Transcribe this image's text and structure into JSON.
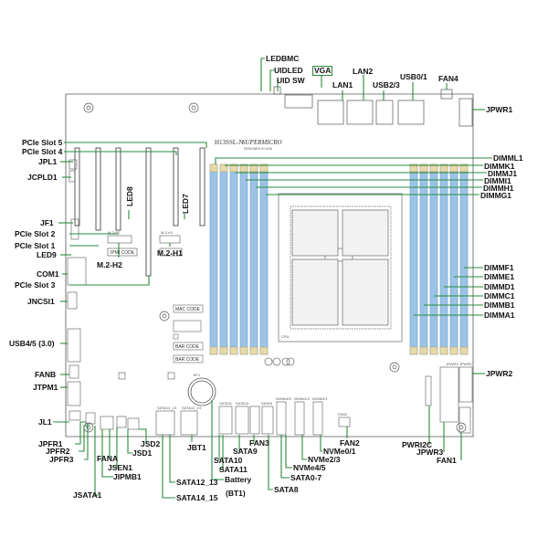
{
  "board": {
    "model": "H13SSL-N",
    "brand": "SUPERMICRO",
    "origin": "DESIGNED IN USA",
    "codes": {
      "ipmi": "IPMI CODE",
      "mac": "MAC CODE",
      "bar1": "BAR CODE",
      "bar2": "BAR CODE"
    },
    "cpu": "CPU",
    "bt1": "BT1",
    "smalltext": {
      "sata1213": "SATA12_13",
      "sata1415": "SATA14_15",
      "sata10": "SATA10",
      "sata11": "SATA11",
      "sata9": "SATA9",
      "nvme45": "NVMe4/5",
      "nvme23": "NVMe2/3",
      "nvme01": "NVMe0/1",
      "fan2": "FAN2",
      "jpwr2": "JPWR2",
      "jpwr3": "JPWR3",
      "m2h2": "M.2-H2",
      "m2h1": "M.2-H1"
    }
  },
  "labels": {
    "ledbmc": "LEDBMC",
    "uidled": "UIDLED",
    "uidsw": "UID SW",
    "vga": "VGA",
    "lan1": "LAN1",
    "lan2": "LAN2",
    "usb23": "USB2/3",
    "usb01": "USB0/1",
    "fan4": "FAN4",
    "jpwr1": "JPWR1",
    "pcie5": "PCIe Slot 5",
    "pcie4": "PCIe Slot 4",
    "jpl1": "JPL1",
    "jcpld1": "JCPLD1",
    "jf1": "JF1",
    "pcie2": "PCIe Slot 2",
    "pcie1": "PCIe Slot 1",
    "led9": "LED9",
    "com1": "COM1",
    "pcie3": "PCIe Slot 3",
    "jncsi1": "JNCSI1",
    "usb45": "USB4/5 (3.0)",
    "fanb": "FANB",
    "jtpm1": "JTPM1",
    "jl1": "JL1",
    "jpfr1": "JPFR1",
    "jpfr2": "JPFR2",
    "jpfr3": "JPFR3",
    "fana": "FANA",
    "jsen1": "JSEN1",
    "jipmb1": "JIPMB1",
    "jsata1": "JSATA1",
    "jsd1": "JSD1",
    "jsd2": "JSD2",
    "jbt1": "JBT1",
    "sata1213": "SATA12_13",
    "sata1415": "SATA14_15",
    "battery": "Battery",
    "bt1": "(BT1)",
    "sata10": "SATA10",
    "sata11": "SATA11",
    "sata9": "SATA9",
    "fan3": "FAN3",
    "sata8": "SATA8",
    "sata07": "SATA0-7",
    "nvme45": "NVMe4/5",
    "nvme23": "NVMe2/3",
    "nvme01": "NVMe0/1",
    "fan2": "FAN2",
    "pwri2c": "PWRI2C",
    "jpwr3": "JPWR3",
    "fan1": "FAN1",
    "jpwr2": "JPWR2",
    "led8": "LED8",
    "led7": "LED7",
    "m2h2": "M.2-H2",
    "m2h1": "M.2-H1",
    "dimml1": "DIMML1",
    "dimmk1": "DIMMK1",
    "dimmj1": "DIMMJ1",
    "dimmi1": "DIMMI1",
    "dimmh1": "DIMMH1",
    "dimmg1": "DIMMG1",
    "dimmf1": "DIMMF1",
    "dimme1": "DIMME1",
    "dimmd1": "DIMMD1",
    "dimmc1": "DIMMC1",
    "dimmb1": "DIMMB1",
    "dimma1": "DIMMA1"
  },
  "colors": {
    "leader": "#2a8a3c",
    "dimm": "#9cc3e6",
    "dimm_edge": "#6aa0d0",
    "dimm_cap": "#e8d9a8",
    "pcb_line": "#444"
  }
}
